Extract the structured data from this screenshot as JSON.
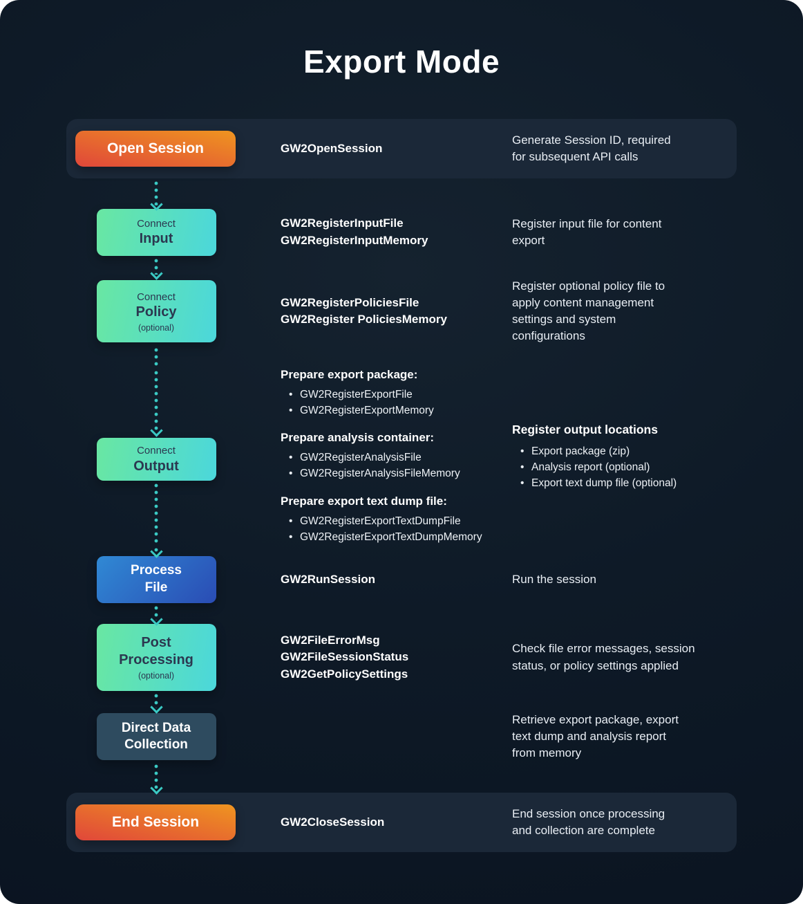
{
  "title": "Export Mode",
  "colors": {
    "background": "#0e1a27",
    "panel": "#1b2838",
    "orange_gradient_start": "#e0473a",
    "orange_gradient_end": "#ef9520",
    "teal_gradient_start": "#69e7a2",
    "teal_gradient_end": "#4bd7db",
    "blue_gradient_start": "#3089d4",
    "blue_gradient_end": "#2a4cb4",
    "slate_box": "#2e4b5f",
    "arrow": "#3bcac4",
    "text": "#ffffff"
  },
  "stages": {
    "open_session": {
      "button": "Open Session",
      "api": "GW2OpenSession",
      "description": "Generate Session ID, required\nfor subsequent API calls"
    },
    "connect_input": {
      "box_top": "Connect",
      "box_main": "Input",
      "api": [
        "GW2RegisterInputFile",
        "GW2RegisterInputMemory"
      ],
      "description": "Register input file for content\nexport"
    },
    "connect_policy": {
      "box_top": "Connect",
      "box_main": "Policy",
      "box_note": "(optional)",
      "api": [
        "GW2RegisterPoliciesFile",
        "GW2Register PoliciesMemory"
      ],
      "description": "Register optional policy file to\napply content management\nsettings and system\nconfigurations"
    },
    "connect_output": {
      "box_top": "Connect",
      "box_main": "Output",
      "groups": [
        {
          "heading": "Prepare export package:",
          "items": [
            "GW2RegisterExportFile",
            "GW2RegisterExportMemory"
          ]
        },
        {
          "heading": "Prepare analysis container:",
          "items": [
            "GW2RegisterAnalysisFile",
            "GW2RegisterAnalysisFileMemory"
          ]
        },
        {
          "heading": "Prepare export text dump file:",
          "items": [
            "GW2RegisterExportTextDumpFile",
            "GW2RegisterExportTextDumpMemory"
          ]
        }
      ],
      "output_locations": {
        "heading": "Register output locations",
        "items": [
          "Export package (zip)",
          "Analysis report (optional)",
          "Export text dump file (optional)"
        ]
      }
    },
    "process_file": {
      "box_line1": "Process",
      "box_line2": "File",
      "api": "GW2RunSession",
      "description": "Run the session"
    },
    "post_processing": {
      "box_line1": "Post",
      "box_line2": "Processing",
      "box_note": "(optional)",
      "api": [
        "GW2FileErrorMsg",
        "GW2FileSessionStatus",
        "GW2GetPolicySettings"
      ],
      "description": "Check file error messages, session\nstatus, or policy settings applied"
    },
    "direct_data_collection": {
      "box_line1": "Direct Data",
      "box_line2": "Collection",
      "description": "Retrieve export package, export\ntext dump and analysis report\nfrom memory"
    },
    "end_session": {
      "button": "End Session",
      "api": "GW2CloseSession",
      "description": "End session once processing\nand collection are complete"
    }
  }
}
